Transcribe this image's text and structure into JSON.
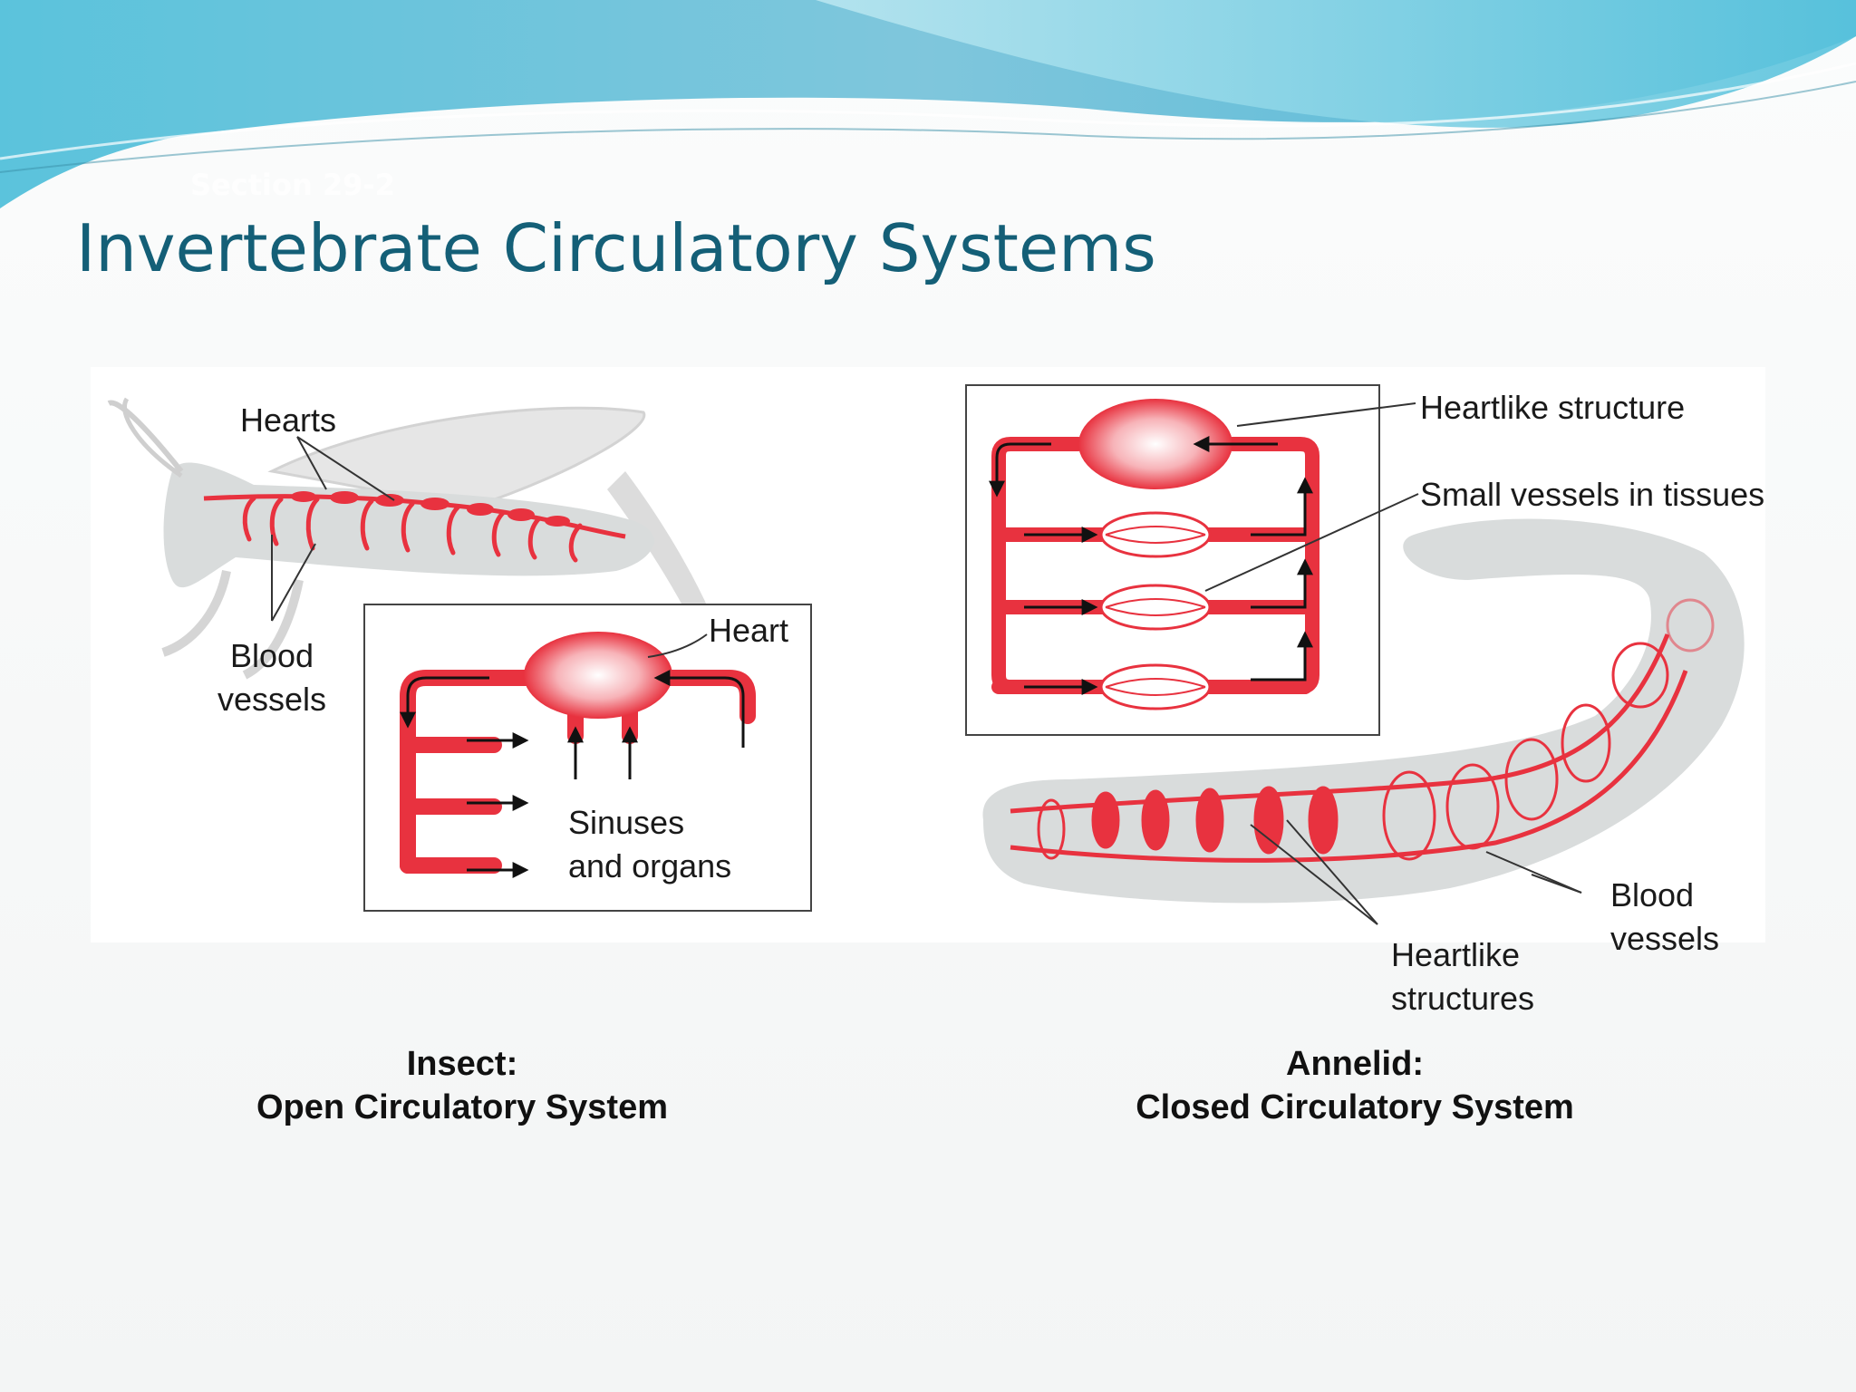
{
  "slide": {
    "section": "Section 29-2",
    "title": "Invertebrate Circulatory Systems"
  },
  "insect": {
    "labels": {
      "hearts": "Hearts",
      "blood_vessels_1": "Blood",
      "blood_vessels_2": "vessels",
      "heart": "Heart",
      "sinuses_1": "Sinuses",
      "sinuses_2": "and organs"
    },
    "caption_1": "Insect:",
    "caption_2": "Open Circulatory System"
  },
  "annelid": {
    "labels": {
      "heartlike_structure": "Heartlike structure",
      "small_vessels": "Small vessels in tissues",
      "blood_vessels_1": "Blood",
      "blood_vessels_2": "vessels",
      "heartlike_structures_1": "Heartlike",
      "heartlike_structures_2": "structures"
    },
    "caption_1": "Annelid:",
    "caption_2": "Closed Circulatory System"
  },
  "colors": {
    "title": "#145f77",
    "vessel": "#e8323f",
    "banner_dark": "#3aa9c8",
    "banner_light": "#8fd6e6"
  }
}
